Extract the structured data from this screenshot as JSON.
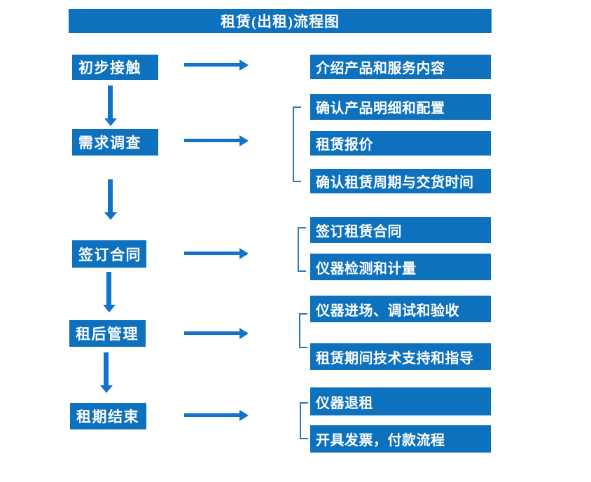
{
  "title": "租赁(出租)流程图",
  "colors": {
    "box_fill": "#0d71be",
    "arrow": "#1273cd",
    "bracket": "#2e74b5",
    "box_text": "#ffffff",
    "background": "#ffffff"
  },
  "stages": [
    {
      "label": "初步接触",
      "outputs": [
        "介绍产品和服务内容"
      ]
    },
    {
      "label": "需求调查",
      "outputs": [
        "确认产品明细和配置",
        "租赁报价",
        "确认租赁周期与交货时间"
      ]
    },
    {
      "label": "签订合同",
      "outputs": [
        "签订租赁合同",
        "仪器检测和计量"
      ]
    },
    {
      "label": "租后管理",
      "outputs": [
        "仪器进场、调试和验收",
        "租赁期间技术支持和指导"
      ]
    },
    {
      "label": "租期结束",
      "outputs": [
        "仪器退租",
        "开具发票，付款流程"
      ]
    }
  ]
}
